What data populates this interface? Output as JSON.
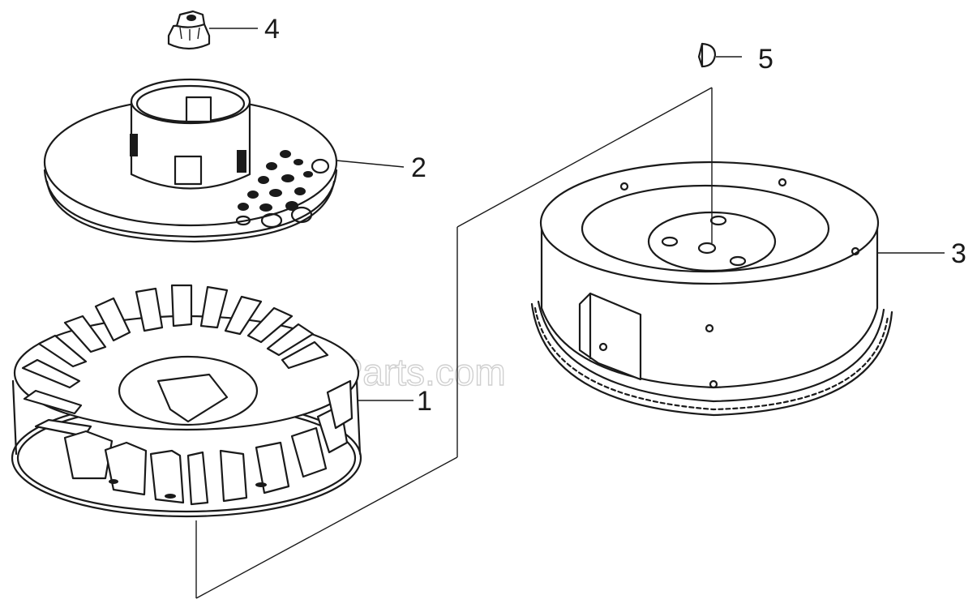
{
  "diagram": {
    "watermark": "eReplacementParts.com",
    "parts": [
      {
        "id": "fan",
        "number": "1"
      },
      {
        "id": "pulley",
        "number": "2"
      },
      {
        "id": "flywheel",
        "number": "3"
      },
      {
        "id": "nut",
        "number": "4"
      },
      {
        "id": "key",
        "number": "5"
      }
    ]
  }
}
